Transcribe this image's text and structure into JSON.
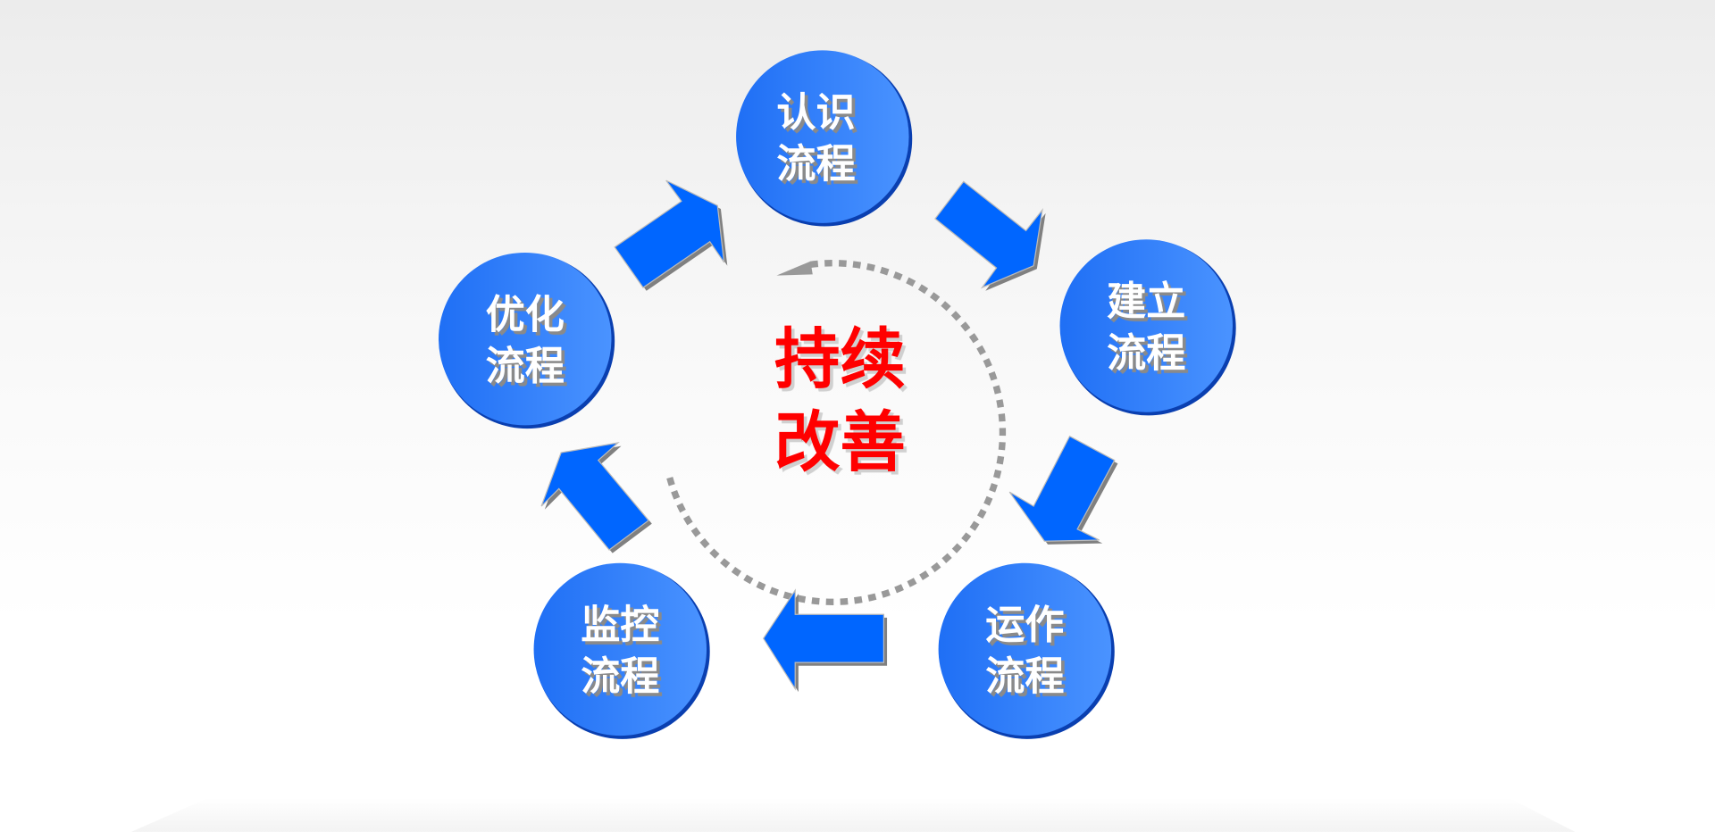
{
  "center": {
    "line1": "持续",
    "line2": "改善",
    "color": "#ff0000"
  },
  "nodes": [
    {
      "line1": "认识",
      "line2": "流程"
    },
    {
      "line1": "建立",
      "line2": "流程"
    },
    {
      "line1": "运作",
      "line2": "流程"
    },
    {
      "line1": "监控",
      "line2": "流程"
    },
    {
      "line1": "优化",
      "line2": "流程"
    }
  ],
  "colors": {
    "node": "#2f80fb",
    "arrow": "#0066ff",
    "dotted_cycle": "#999999"
  }
}
